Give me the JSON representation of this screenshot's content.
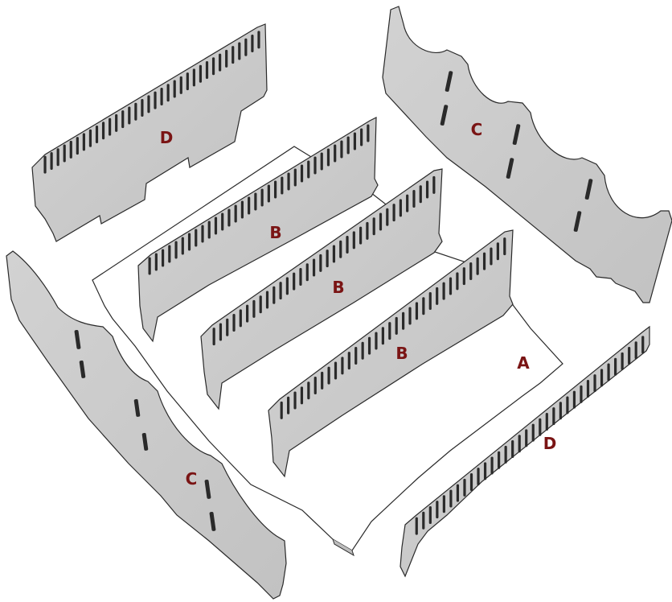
{
  "diagram": {
    "colors": {
      "panel_face": "#c9c9c9",
      "panel_edge": "#8e8e8e",
      "outline": "#2a2a2a",
      "base_face": "#ffffff",
      "label": "#7a1414"
    },
    "labels": {
      "base_a": "A",
      "divider_b1": "B",
      "divider_b2": "B",
      "divider_b3": "B",
      "side_c_right": "C",
      "side_c_left": "C",
      "end_d_top": "D",
      "end_d_bottom": "D"
    }
  }
}
